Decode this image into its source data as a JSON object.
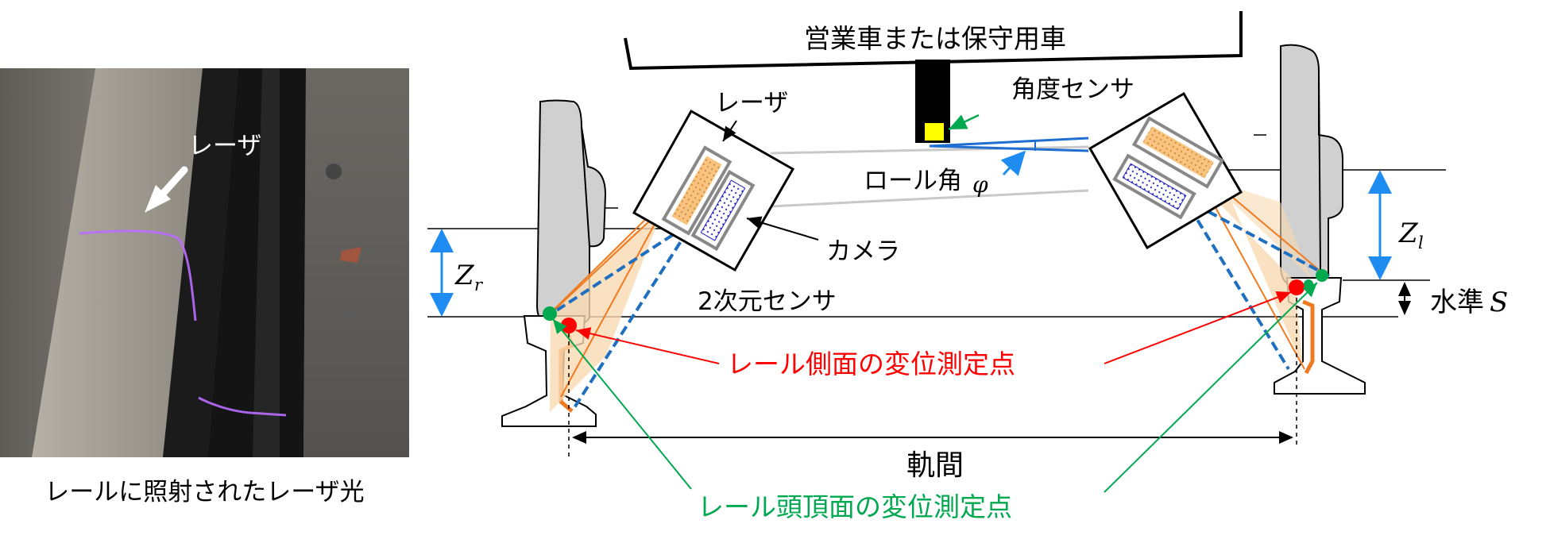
{
  "photo": {
    "laser_label": "レーザ",
    "caption": "レールに照射されたレーザ光"
  },
  "diagram": {
    "vehicle_label": "営業車または保守用車",
    "angle_sensor_label": "角度センサ",
    "laser_label": "レーザ",
    "camera_label": "カメラ",
    "sensor2d_label": "2次元センサ",
    "roll_angle_label": "ロール角",
    "roll_angle_symbol": "φ",
    "zr_main": "Z",
    "zr_sub": "r",
    "zl_main": "Z",
    "zl_sub": "l",
    "level_label": "水準",
    "level_symbol": "S",
    "rail_side_label": "レール側面の変位測定点",
    "rail_top_label": "レール頭頂面の変位測定点",
    "gauge_label": "軌間"
  },
  "colors": {
    "red": "#ff0000",
    "green": "#00a850",
    "blue_dim": "#1e8cf0",
    "dashed_blue": "#1f6fc0",
    "laser_fill": "#f7c37f",
    "beam_fill": "#f9d9b2",
    "orange_line": "#f07a20",
    "sensor_yellow": "#ffff00",
    "wheel_gray": "#cfcfcf"
  }
}
